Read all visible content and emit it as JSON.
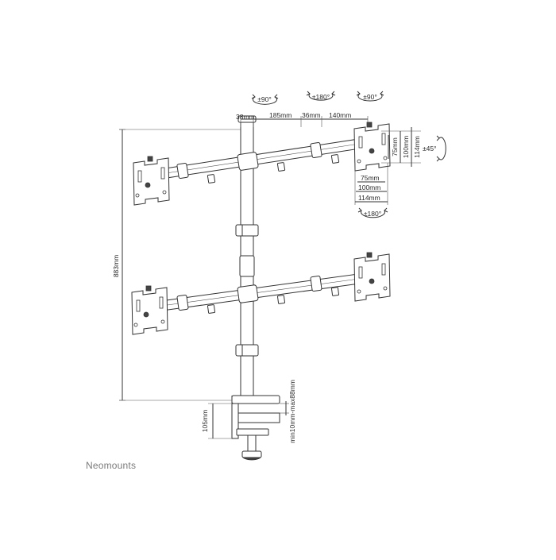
{
  "brand": "Neomounts",
  "dimensions": {
    "total_height": "883mm",
    "clamp_height": "105mm",
    "desk_thickness": "min10mm-max88mm",
    "arm_38": "38mm",
    "arm_185": "185mm",
    "arm_36": "36mm",
    "arm_140": "140mm",
    "vesa_v_75": "75mm",
    "vesa_v_100": "100mm",
    "vesa_v_114": "114mm",
    "vesa_h_75": "75mm",
    "vesa_h_100": "100mm",
    "vesa_h_114": "114mm"
  },
  "rotations": {
    "swivel_left": "±90°",
    "swivel_mid": "±180°",
    "swivel_right": "±90°",
    "tilt": "±45°",
    "rotate": "±180°"
  },
  "colors": {
    "line": "#333333",
    "brand_text": "#7a7a7a"
  }
}
